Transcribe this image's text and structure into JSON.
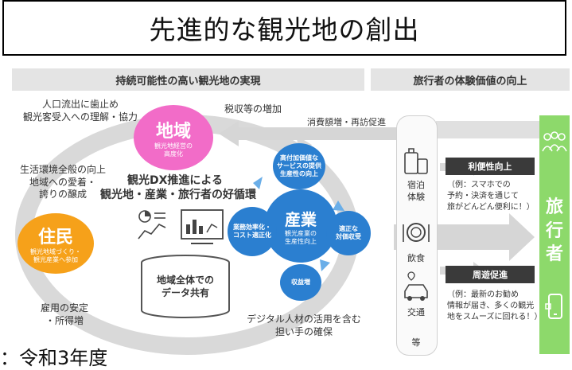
{
  "title": "先進的な観光地の創出",
  "banner_left": "持続可能性の高い観光地の実現",
  "banner_right": "旅行者の体験価値の向上",
  "circle_region": {
    "title": "地域",
    "subtitle": "観光地経営の\n高度化"
  },
  "circle_residents": {
    "title": "住民",
    "subtitle": "観光地域づくり・\n観光産業へ参加"
  },
  "circle_industry": {
    "title": "産業",
    "subtitle": "観光産業の\n生産性向上"
  },
  "satellites": {
    "top": "高付加価値な\nサービスの提供\n生産性の向上",
    "left": "業務効率化・\nコスト適正化",
    "right": "適正な\n対価収受",
    "bottom": "収益増"
  },
  "center_heading": "観光DX推進による",
  "center_subheading": "観光地・産業・旅行者の好循環",
  "data_cylinder": "地域全体での\nデータ共有",
  "notes": {
    "outflow": "人口流出に歯止め\n観光客受入への理解・協力",
    "tax": "税収等の増加",
    "spending": "消費額増・再訪促進",
    "living": "生活環境全般の向上\n地域への愛着・\n誇りの醸成",
    "employment": "雇用の安定\n・所得増",
    "digital": "デジタル人材の活用を含む\n担い手の確保"
  },
  "travel_column": [
    "宿泊\n体験",
    "飲食",
    "交通",
    "等"
  ],
  "benefits": [
    {
      "header": "利便性向上",
      "text": "（例：スマホでの\n予約・決済を通じて\n旅がどんどん便利に！）"
    },
    {
      "header": "周遊促進",
      "text": "（例：最新のお勧め\n情報が届き、多くの観光\n地をスムーズに回れる！）"
    }
  ],
  "traveler_label": "旅\n行\n者",
  "footnote": "：令和3年度",
  "colors": {
    "pink": "#f26cc8",
    "orange": "#f6a11a",
    "blue": "#2b7fd0",
    "green": "#8dd96b",
    "gray": "#d8d8d8"
  }
}
